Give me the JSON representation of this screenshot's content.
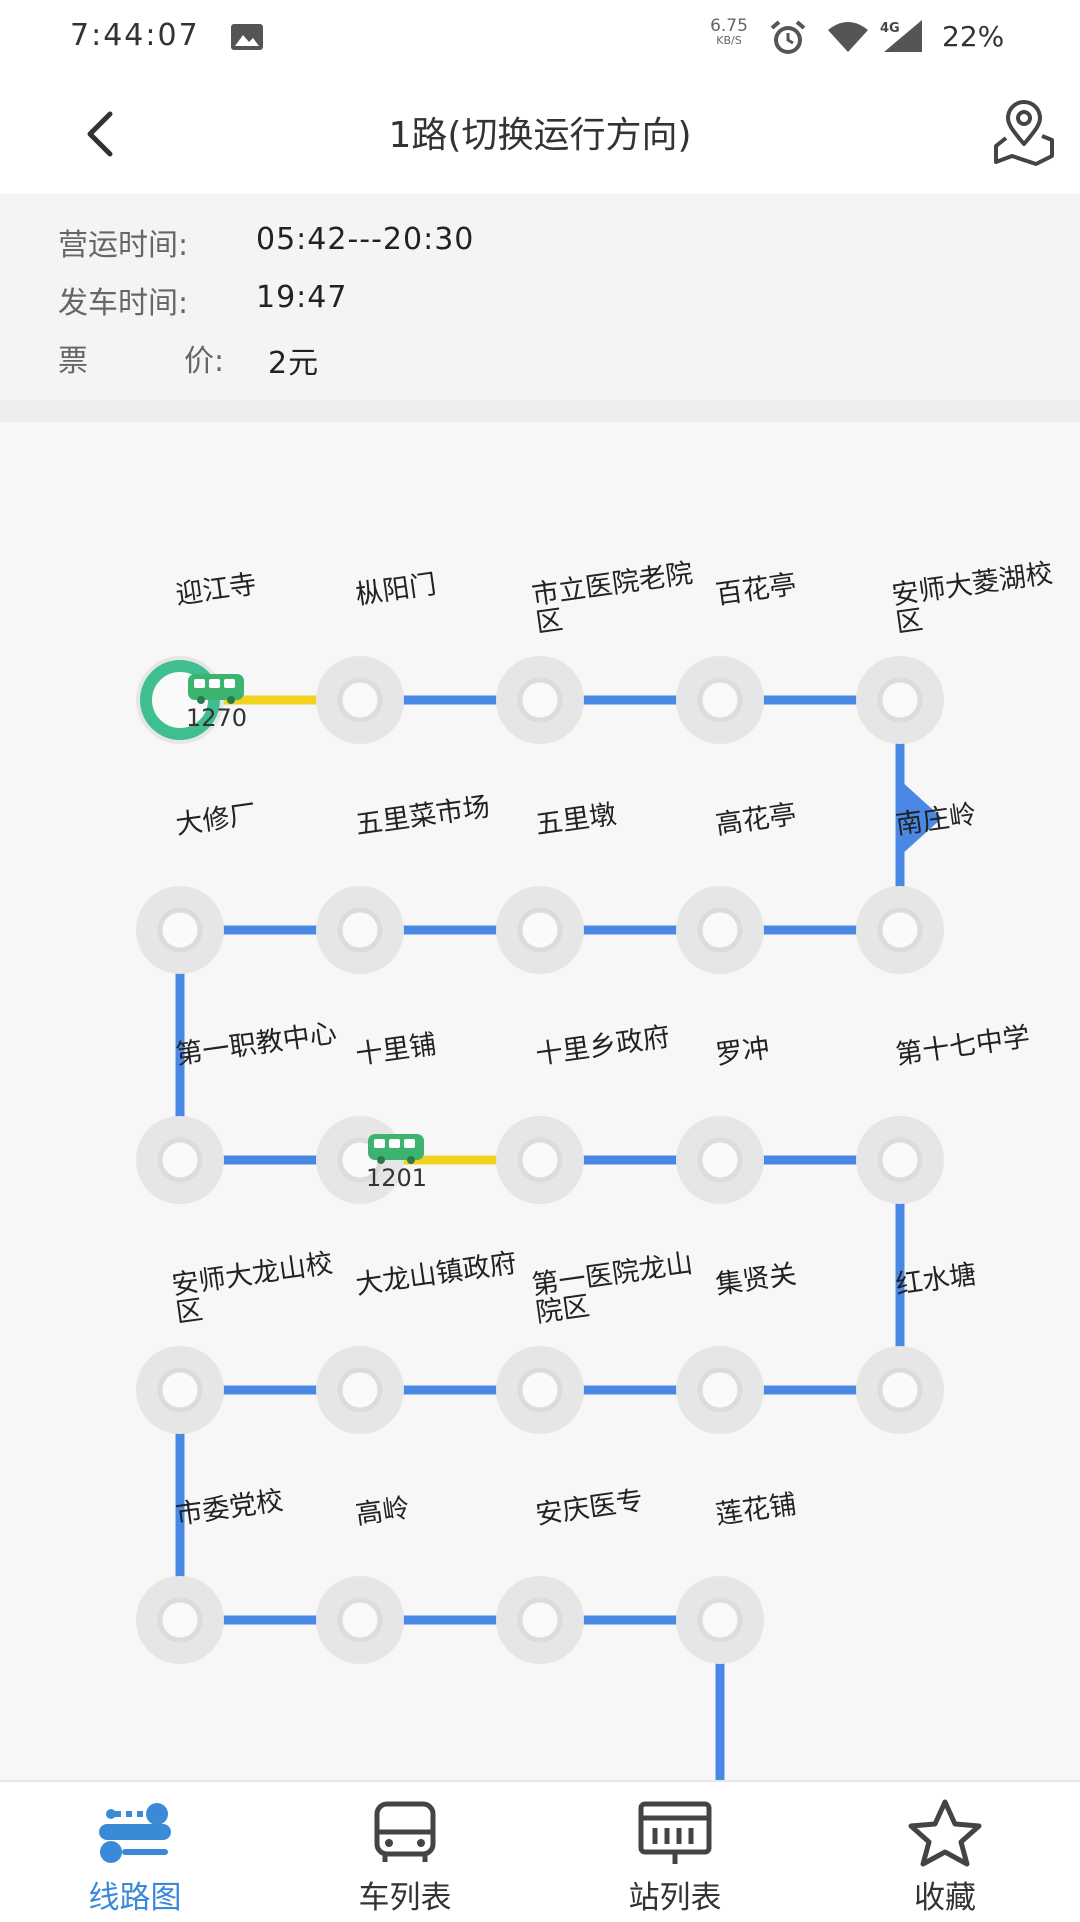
{
  "status_bar": {
    "time": "7:44:07",
    "net_speed": "6.75",
    "net_speed_unit": "KB/S",
    "network_type": "4G",
    "battery": "22%"
  },
  "header": {
    "title": "1路(切换运行方向)"
  },
  "info": {
    "operating_label": "营运时间:",
    "operating_value": "05:42---20:30",
    "departure_label": "发车时间:",
    "departure_value": "19:47",
    "fare_label_1": "票",
    "fare_label_2": "价:",
    "fare_value": "2元"
  },
  "colors": {
    "route_line": "#4a88e6",
    "traveled_segment": "#f2d21f",
    "current_station_ring": "#3fbf8f",
    "bus_icon": "#3db370",
    "active_tab": "#3a8ad8"
  },
  "stations": [
    "迎江寺",
    "枞阳门",
    "市立医院老院区",
    "百花亭",
    "安师大菱湖校区",
    "南庄岭",
    "高花亭",
    "五里墩",
    "五里菜市场",
    "大修厂",
    "第一职教中心",
    "十里铺",
    "十里乡政府",
    "罗冲",
    "第十七中学",
    "红水塘",
    "集贤关",
    "第一医院龙山院区",
    "大龙山镇政府",
    "安师大龙山校区",
    "市委党校",
    "高岭",
    "安庆医专",
    "莲花铺"
  ],
  "buses": [
    {
      "id": "1270",
      "at_station_index": 0
    },
    {
      "id": "1201",
      "at_station_index": 11
    }
  ],
  "bottom_nav": [
    {
      "label": "线路图",
      "icon": "route-map-icon",
      "active": true
    },
    {
      "label": "车列表",
      "icon": "bus-icon",
      "active": false
    },
    {
      "label": "站列表",
      "icon": "station-board-icon",
      "active": false
    },
    {
      "label": "收藏",
      "icon": "star-icon",
      "active": false
    }
  ]
}
